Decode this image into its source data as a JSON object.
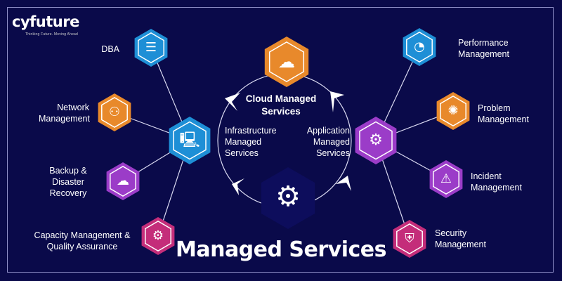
{
  "brand": {
    "logo": "cyfuture",
    "tagline": "Thinking Future. Moving Ahead"
  },
  "title": "Managed Services",
  "center_nodes": {
    "cloud": "Cloud Managed Services",
    "infrastructure": [
      "Infrastructure",
      "Managed",
      "Services"
    ],
    "application": [
      "Application",
      "Managed",
      "Services"
    ]
  },
  "infrastructure_items": [
    {
      "label": "DBA",
      "icon": "database-icon"
    },
    {
      "label": "Network Management",
      "icon": "network-icon"
    },
    {
      "label": "Backup & Disaster Recovery",
      "icon": "backup-icon"
    },
    {
      "label": "Capacity Management & Quality Assurance",
      "icon": "capacity-icon"
    }
  ],
  "application_items": [
    {
      "label": "Performance Management",
      "icon": "gauge-icon"
    },
    {
      "label": "Problem Management",
      "icon": "lightbulb-icon"
    },
    {
      "label": "Incident Management",
      "icon": "warning-icon"
    },
    {
      "label": "Security Management",
      "icon": "shield-icon"
    }
  ],
  "colors": {
    "background": "#0a0a4a",
    "blue": "#1e8fd6",
    "orange": "#e8892b",
    "purple": "#9b3cc8",
    "magenta": "#c42d7a"
  }
}
